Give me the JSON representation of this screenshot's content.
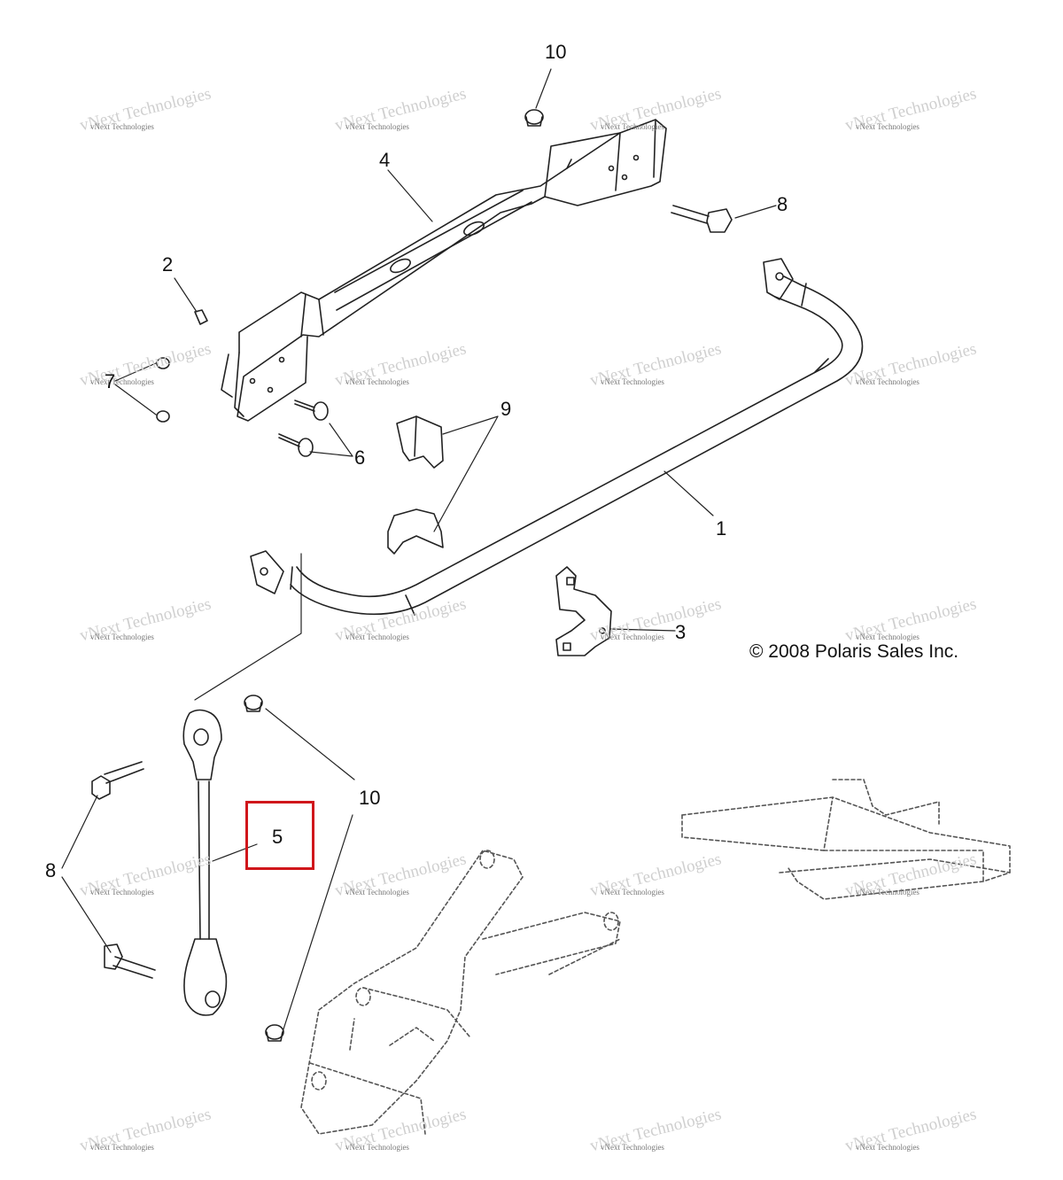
{
  "callouts": {
    "c1": "1",
    "c2": "2",
    "c3": "3",
    "c4": "4",
    "c5": "5",
    "c6": "6",
    "c7": "7",
    "c8_top": "8",
    "c8_bottom": "8",
    "c9": "9",
    "c10_top": "10",
    "c10_bottom": "10"
  },
  "copyright": "© 2008 Polaris Sales Inc.",
  "watermark": {
    "line1": "vNext Technologies",
    "line2": "vNext Technologies"
  },
  "highlight": {
    "color": "#d0161b",
    "target_callout": "5"
  }
}
